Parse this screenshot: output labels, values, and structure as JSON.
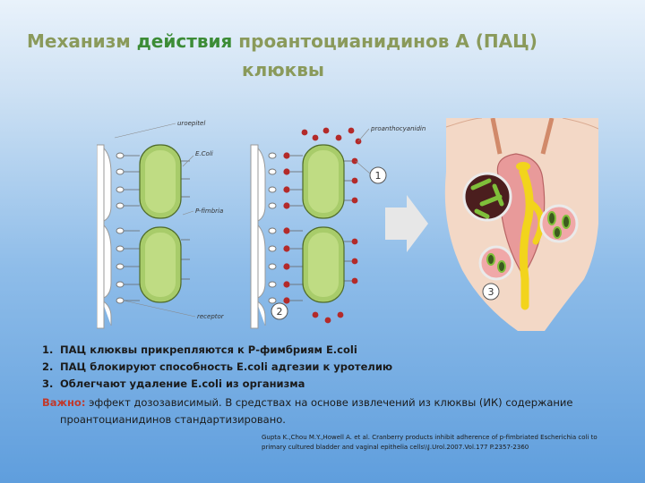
{
  "title": {
    "part1": "Механизм ",
    "part2": "действия",
    "part3": " проантоцианидинов А (ПАЦ)",
    "line2": "клюквы"
  },
  "diagram": {
    "labels": {
      "uroepitel": "uroepitel",
      "ecoli": "E.Coli",
      "pfimbriae": "P-fimbria",
      "receptor": "receptor",
      "pac": "proanthocyanidin"
    },
    "callouts": [
      "1",
      "2",
      "3"
    ],
    "colors": {
      "bacterium": "#a8cc6a",
      "pac_ball": "#b32a2a",
      "arrow": "#e7e7e7",
      "bladder": "#e89a9a",
      "urine": "#f2d41c"
    }
  },
  "list": [
    {
      "num": "1.",
      "text": "ПАЦ клюквы прикрепляются к Р-фимбриям E.coli"
    },
    {
      "num": "2.",
      "text": "ПАЦ блокируют способность E.coli адгезии к уротелию"
    },
    {
      "num": "3.",
      "text": "Облегчают удаление E.coli из организма"
    }
  ],
  "note": {
    "label": "Важно:",
    "text1": " эффект дозозависимый. В средствах на основе извлечений из клюквы (ИК) содержание",
    "text2": "проантоцианидинов стандартизировано."
  },
  "reference": {
    "line1": "Gupta K.,Chou M.Y.,Howell A. et al. Cranberry products inhibit adherence of p-fimbriated Escherichia coli to",
    "line2": "primary cultured bladder and vaginal epithelia cells\\\\J.Urol.2007.Vol.177 P.2357-2360"
  }
}
